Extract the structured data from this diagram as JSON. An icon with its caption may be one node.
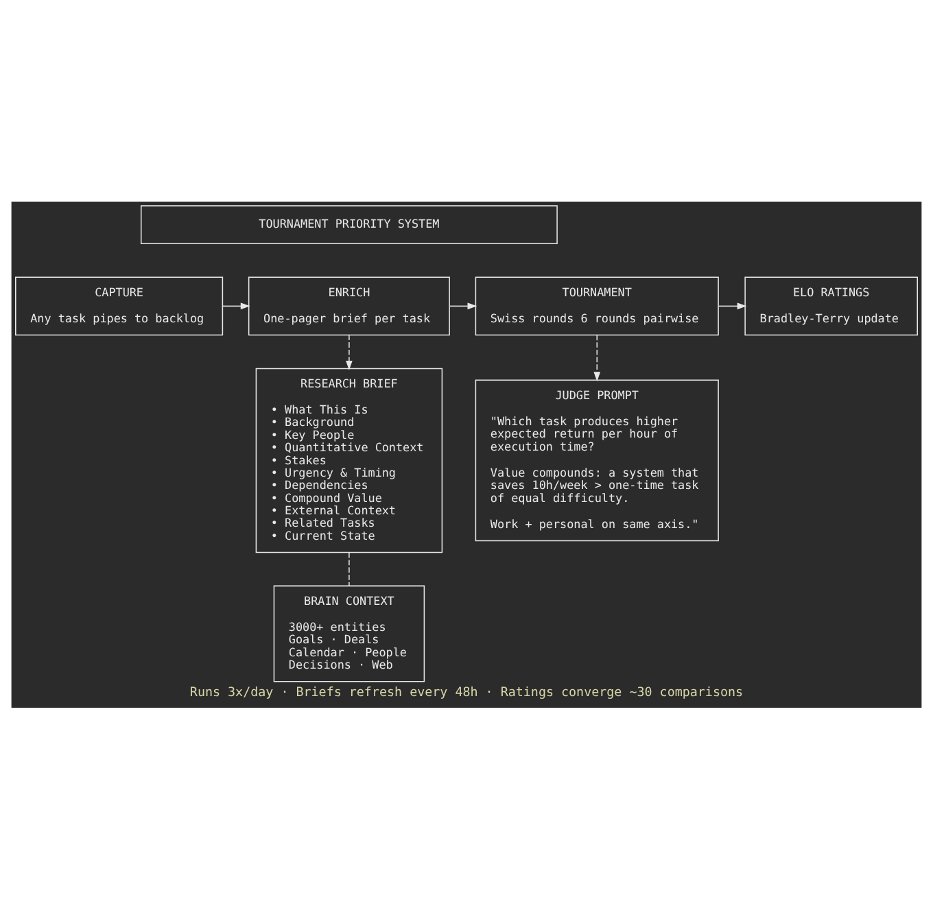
{
  "diagram": {
    "caption": "Runs 3x/day · Briefs refresh every 48h · Ratings converge ~30 comparisons",
    "nodes": [
      {
        "text": [
          "TOURNAMENT PRIORITY SYSTEM"
        ]
      },
      {
        "text": [
          "CAPTURE",
          "Any task pipes to backlog"
        ]
      },
      {
        "text": [
          "ENRICH",
          "One-pager brief per task"
        ]
      },
      {
        "text": [
          "TOURNAMENT",
          "Swiss rounds 6 rounds pairwise"
        ]
      },
      {
        "text": [
          "ELO RATINGS",
          "Bradley-Terry update"
        ]
      },
      {
        "text": [
          "RESEARCH BRIEF",
          "• What This Is",
          "• Background",
          "• Key People",
          "• Quantitative Context",
          "• Stakes",
          "• Urgency & Timing",
          "• Dependencies",
          "• Compound Value",
          "• External Context",
          "• Related Tasks",
          "• Current State"
        ]
      },
      {
        "text": [
          "JUDGE PROMPT",
          "\"Which task produces higher expected return per hour of execution time?",
          "Value compounds: a system that saves 10h/week > one-time task of equal difficulty.",
          "Work + personal on same axis.\""
        ]
      },
      {
        "text": [
          "BRAIN CONTEXT",
          "3000+ entities",
          "Goals · Deals",
          "Calendar · People",
          "Decisions · Web"
        ]
      }
    ],
    "edges": [
      {
        "from": 1,
        "to": 2,
        "arrow": "to"
      },
      {
        "from": 2,
        "to": 3,
        "arrow": "to"
      },
      {
        "from": 3,
        "to": 4,
        "arrow": "to"
      },
      {
        "from": 2,
        "to": 5,
        "arrow": "to",
        "style": "dashed"
      },
      {
        "from": 3,
        "to": 6,
        "arrow": "to",
        "style": "dashed"
      },
      {
        "from": 5,
        "to": 7,
        "arrow": "none",
        "style": "dashed"
      }
    ]
  }
}
